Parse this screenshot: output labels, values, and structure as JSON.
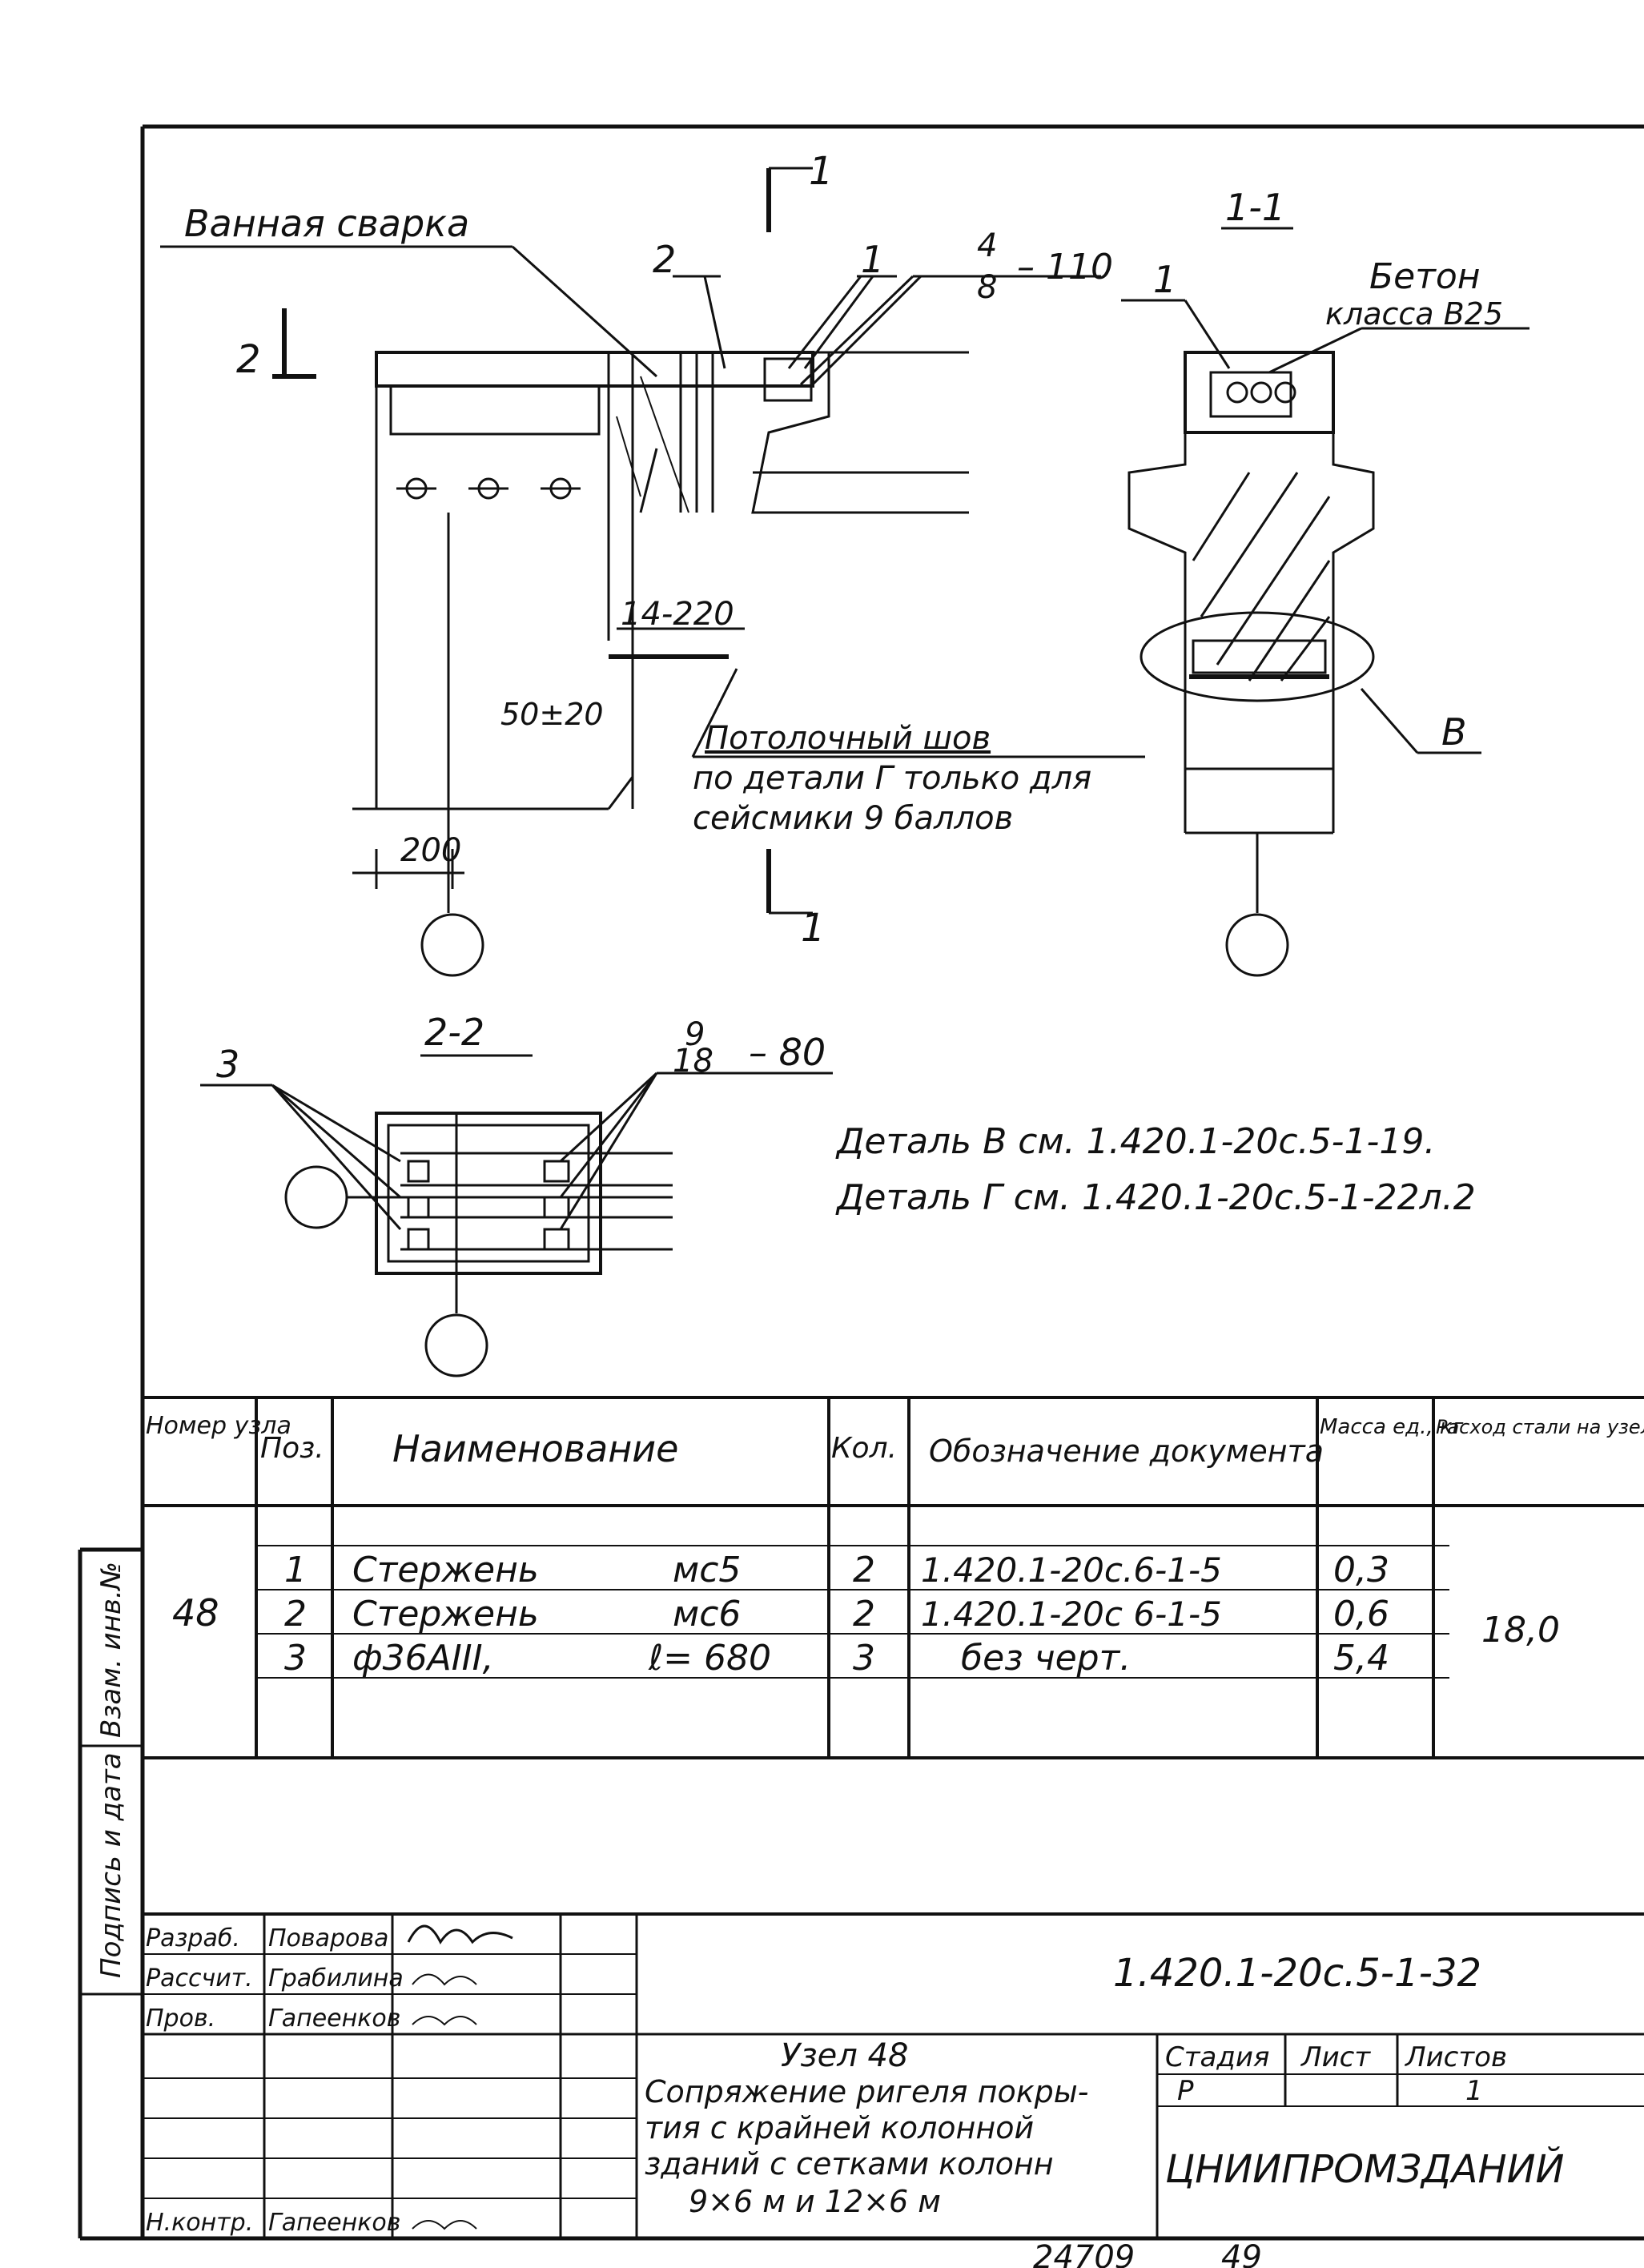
{
  "drawing": {
    "section_mark": "1",
    "section_mark_2": "2",
    "weld_label": "Ванная сварка",
    "callout_2": "2",
    "callout_1": "1",
    "callout_48_num": "4",
    "callout_48_den": "8",
    "callout_48_len": "– 110",
    "section_11": "1-1",
    "callout_1_right": "1",
    "concrete_1": "Бетон",
    "concrete_2": "класса В25",
    "callout_14": "14-220",
    "dim_50": "50±20",
    "dim_200": "200",
    "ceiling_1": "Потолочный шов",
    "ceiling_2": "по детали Г только для",
    "ceiling_3": "сейсмики 9 баллов",
    "detail_b": "В",
    "section_22": "2-2",
    "callout_3": "3",
    "callout_918_num": "9",
    "callout_918_den": "18",
    "callout_918_len": "– 80",
    "note_1": "Деталь В см. 1.420.1-20с.5-1-19.",
    "note_2": "Деталь Г см. 1.420.1-20с.5-1-22л.2"
  },
  "spec_table": {
    "headers": {
      "node": "Номер узла",
      "pos": "Поз.",
      "name": "Наименование",
      "qty": "Кол.",
      "doc": "Обозначение документа",
      "mass": "Масса ед., кг",
      "steel": "Расход стали на узел, кг"
    },
    "node": "48",
    "total": "18,0",
    "rows": [
      {
        "pos": "1",
        "name": "Стержень",
        "mark": "мс5",
        "qty": "2",
        "doc": "1.420.1-20с.6-1-5",
        "mass": "0,3"
      },
      {
        "pos": "2",
        "name": "Стержень",
        "mark": "мс6",
        "qty": "2",
        "doc": "1.420.1-20с 6-1-5",
        "mass": "0,6"
      },
      {
        "pos": "3",
        "name": "ф36АIII,",
        "mark": "ℓ= 680",
        "qty": "3",
        "doc": "без черт.",
        "mass": "5,4"
      }
    ]
  },
  "title_block": {
    "roles": [
      "Разраб.",
      "Рассчит.",
      "Пров.",
      "Н.контр."
    ],
    "names": [
      "Поварова",
      "Грабилина",
      "Гапеенков",
      "Гапеенков"
    ],
    "doc_code": "1.420.1-20с.5-1-32",
    "title_1": "Узел 48",
    "title_2": "Сопряжение ригеля покры-",
    "title_3": "тия с крайней колонной",
    "title_4": "зданий с сетками колонн",
    "title_5": "9×6 м  и  12×6 м",
    "stage_h": "Стадия",
    "sheet_h": "Лист",
    "sheets_h": "Листов",
    "stage": "Р",
    "sheet": "",
    "sheets": "1",
    "org": "ЦНИИПРОМЗДАНИЙ"
  },
  "side_stamp": {
    "text_1": "Взам. инв.№",
    "text_2": "Подпись и дата"
  },
  "footer": {
    "inv": "24709",
    "page": "49"
  }
}
